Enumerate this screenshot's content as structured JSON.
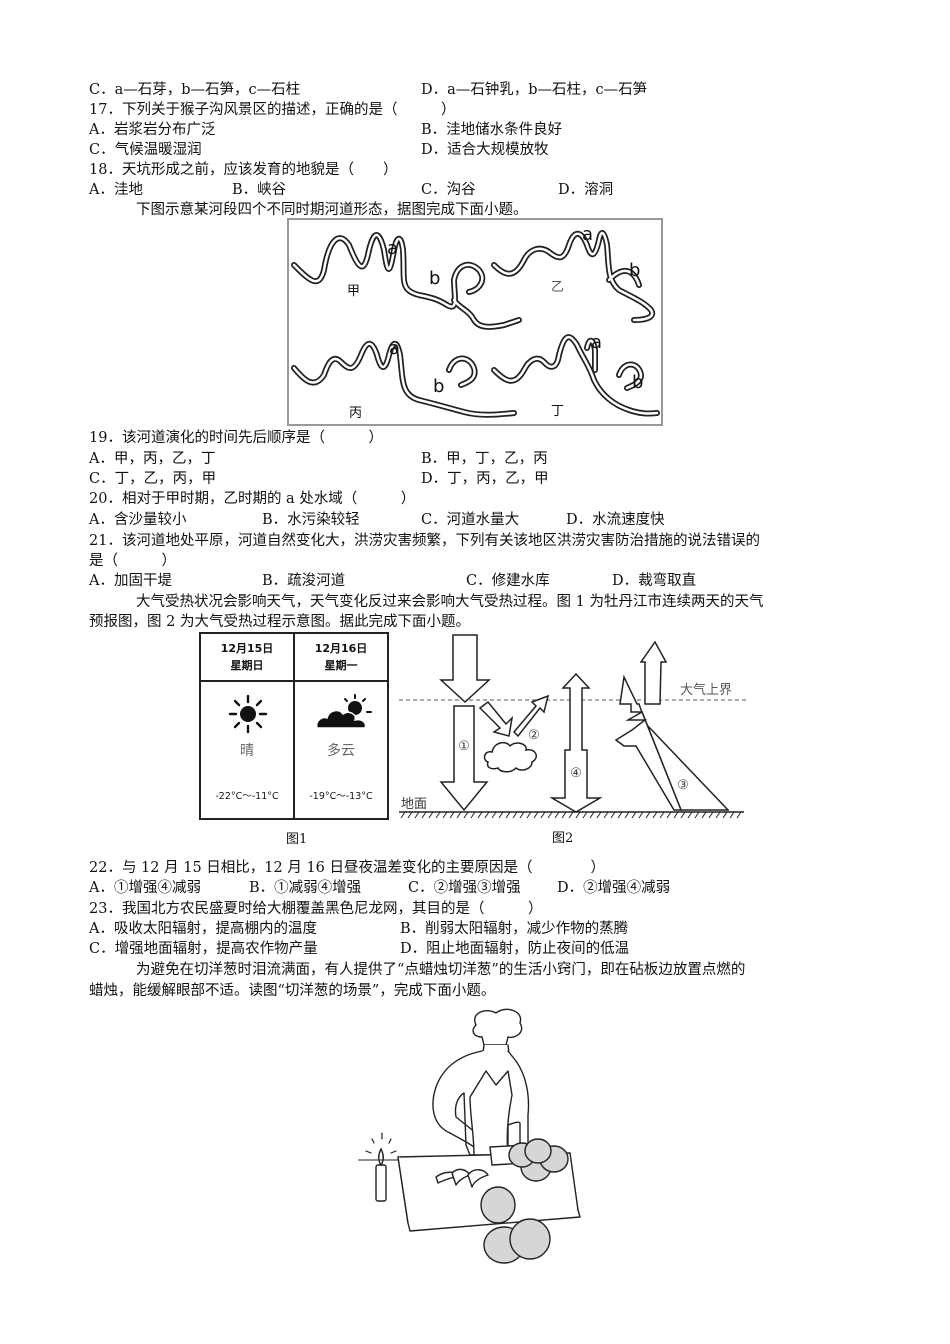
{
  "q16_options": {
    "C": "C．a—石芽，b—石笋，c—石柱",
    "D": "D．a—石钟乳，b—石柱，c—石笋"
  },
  "q17": {
    "stem": "17．下列关于猴子沟风景区的描述，正确的是（　　　）",
    "A": "A．岩浆岩分布广泛",
    "B": "B．洼地储水条件良好",
    "C": "C．气候温暖湿润",
    "D": "D．适合大规模放牧"
  },
  "q18": {
    "stem": "18．天坑形成之前，应该发育的地貌是（　　）",
    "A": "A．洼地",
    "B": "B．峡谷",
    "C": "C．沟谷",
    "D": "D．溶洞"
  },
  "intro_river": "下图示意某河段四个不同时期河道形态，据图完成下面小题。",
  "river_figure": {
    "panels": [
      "甲",
      "乙",
      "丙",
      "丁"
    ],
    "labels": [
      "a",
      "b"
    ]
  },
  "q19": {
    "stem": "19．该河道演化的时间先后顺序是（　　　）",
    "A": "A．甲，丙，乙，丁",
    "B": "B．甲，丁，乙，丙",
    "C": "C．丁，乙，丙，甲",
    "D": "D．丁，丙，乙，甲"
  },
  "q20": {
    "stem": "20．相对于甲时期，乙时期的 a 处水域（　　　）",
    "A": "A．含沙量较小",
    "B": "B．水污染较轻",
    "C": "C．河道水量大",
    "D": "D．水流速度快"
  },
  "q21": {
    "stem1": "21．该河道地处平原，河道自然变化大，洪涝灾害频繁，下列有关该地区洪涝灾害防治措施的说法错误的",
    "stem2": "是（　　　）",
    "A": "A．加固干堤",
    "B": "B．疏浚河道",
    "C": "C．修建水库",
    "D": "D．裁弯取直"
  },
  "intro_heat": {
    "line1": "大气受热状况会影响天气，天气变化反过来会影响大气受热过程。图 1 为牡丹江市连续两天的天气",
    "line2": "预报图，图 2 为大气受热过程示意图。据此完成下面小题。"
  },
  "fig1": {
    "caption": "图1",
    "days": [
      {
        "date": "12月15日",
        "weekday": "星期日",
        "weather": "晴",
        "icon": "sun-icon",
        "temp": "-22°C～-11°C"
      },
      {
        "date": "12月16日",
        "weekday": "星期一",
        "weather": "多云",
        "icon": "partly-cloudy-icon",
        "temp": "-19°C～-13°C"
      }
    ]
  },
  "fig2": {
    "caption": "图2",
    "top_label": "大气上界",
    "ground_label": "地面",
    "markers": [
      "①",
      "②",
      "③",
      "④"
    ]
  },
  "q22": {
    "stem": "22．与 12 月 15 日相比，12 月 16 日昼夜温差变化的主要原因是（　　　　）",
    "A": "A．①增强④减弱",
    "B": "B．①减弱④增强",
    "C": "C．②增强③增强",
    "D": "D．②增强④减弱"
  },
  "q23": {
    "stem": "23．我国北方农民盛夏时给大棚覆盖黑色尼龙网，其目的是（　　　）",
    "A": "A．吸收太阳辐射，提高棚内的温度",
    "B": "B．削弱太阳辐射，减少作物的蒸腾",
    "C": "C．增强地面辐射，提高农作物产量",
    "D": "D．阻止地面辐射，防止夜间的低温"
  },
  "intro_onion": {
    "line1": "为避免在切洋葱时泪流满面，有人提供了“点蜡烛切洋葱”的生活小窍门，即在砧板边放置点燃的",
    "line2": "蜡烛，能缓解眼部不适。读图“切洋葱的场景”，完成下面小题。"
  }
}
